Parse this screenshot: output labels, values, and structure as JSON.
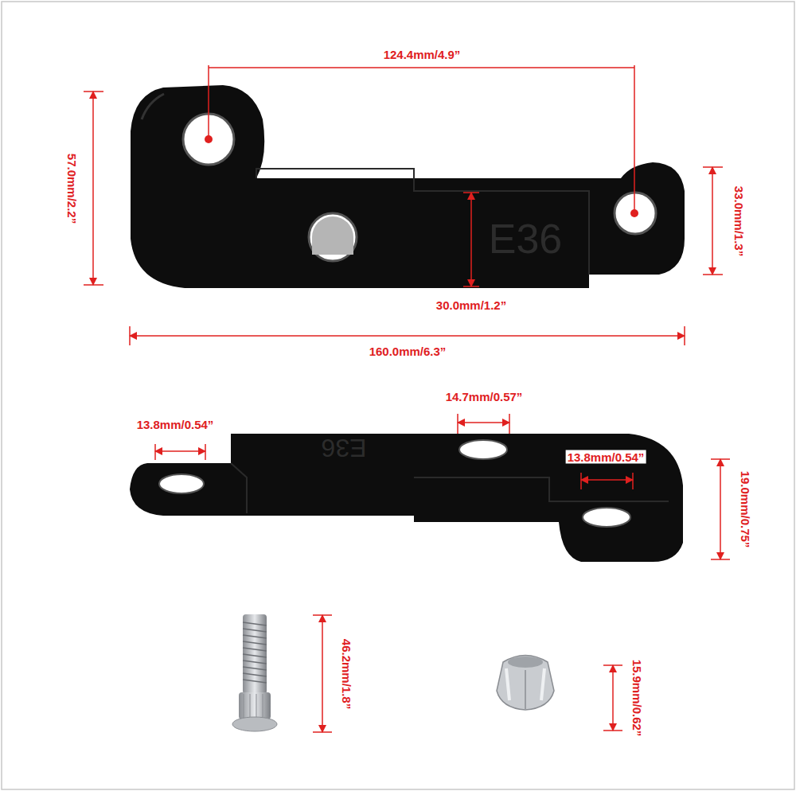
{
  "diagram": {
    "labels": [
      "124.4mm/4.9”",
      "57.0mm/2.2”",
      "33.0mm/1.3”",
      "30.0mm/1.2”",
      "160.0mm/6.3”",
      "E36",
      "13.8mm/0.54”",
      "14.7mm/0.57”",
      "13.8mm/0.54”",
      "19.0mm/0.75”",
      "E36",
      "46.2mm/1.8”",
      "15.9mm/0.62”"
    ]
  }
}
